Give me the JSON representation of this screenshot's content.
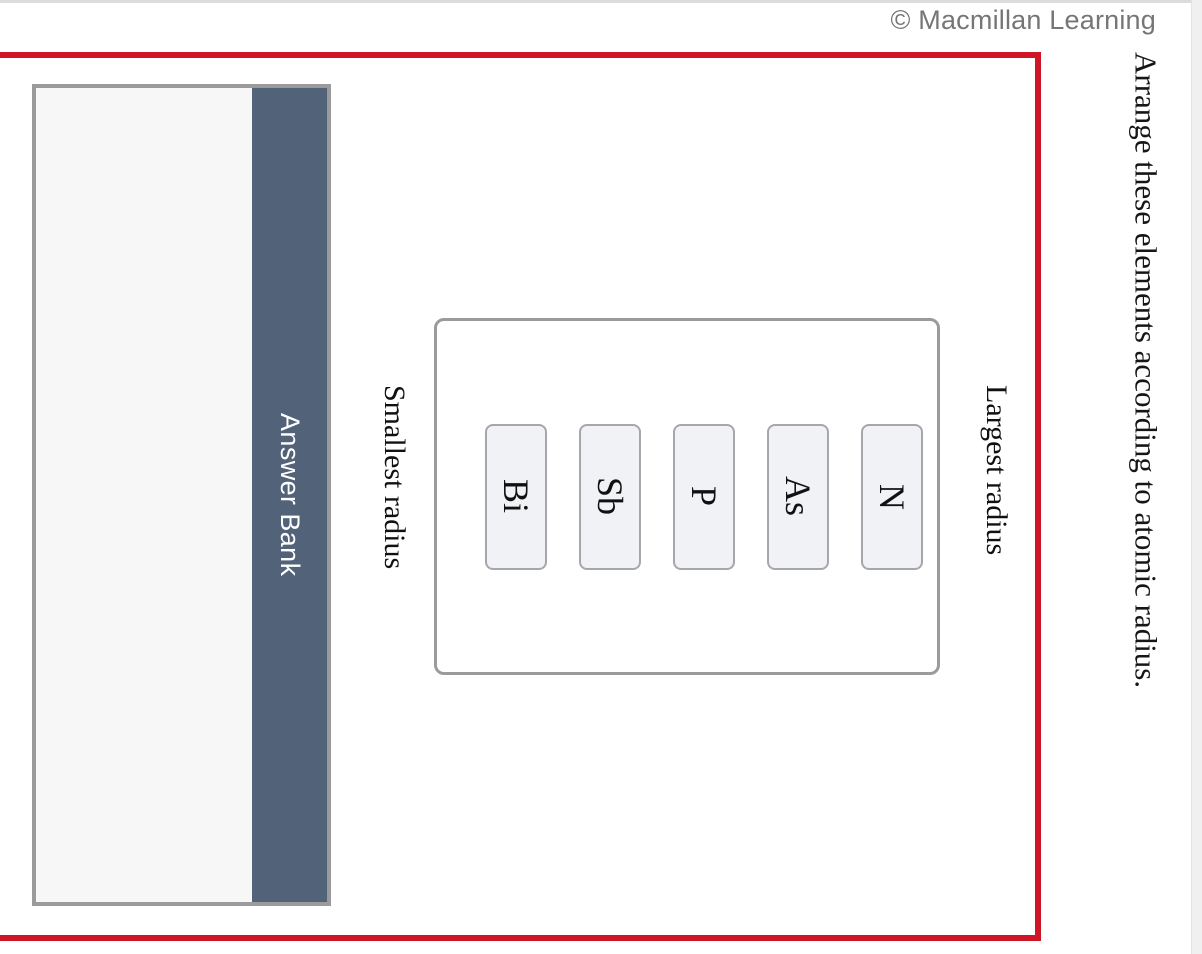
{
  "page": {
    "copyright": "© Macmillan Learning",
    "question_title": "Arrange these elements according to atomic radius."
  },
  "answer_bank": {
    "label": "Answer Bank"
  },
  "sorter": {
    "left_label": "Smallest radius",
    "right_label": "Largest radius",
    "tiles": [
      {
        "symbol": "Bi"
      },
      {
        "symbol": "Sb"
      },
      {
        "symbol": "P"
      },
      {
        "symbol": "As"
      },
      {
        "symbol": "N"
      }
    ]
  },
  "colors": {
    "frame_red": "#ce1626",
    "bank_header_slate": "#516279",
    "panel_fill": "#f7f7f8",
    "tile_fill": "#f1f2f6",
    "border_gray": "#9b9b9b",
    "copyright_gray": "#767676"
  }
}
